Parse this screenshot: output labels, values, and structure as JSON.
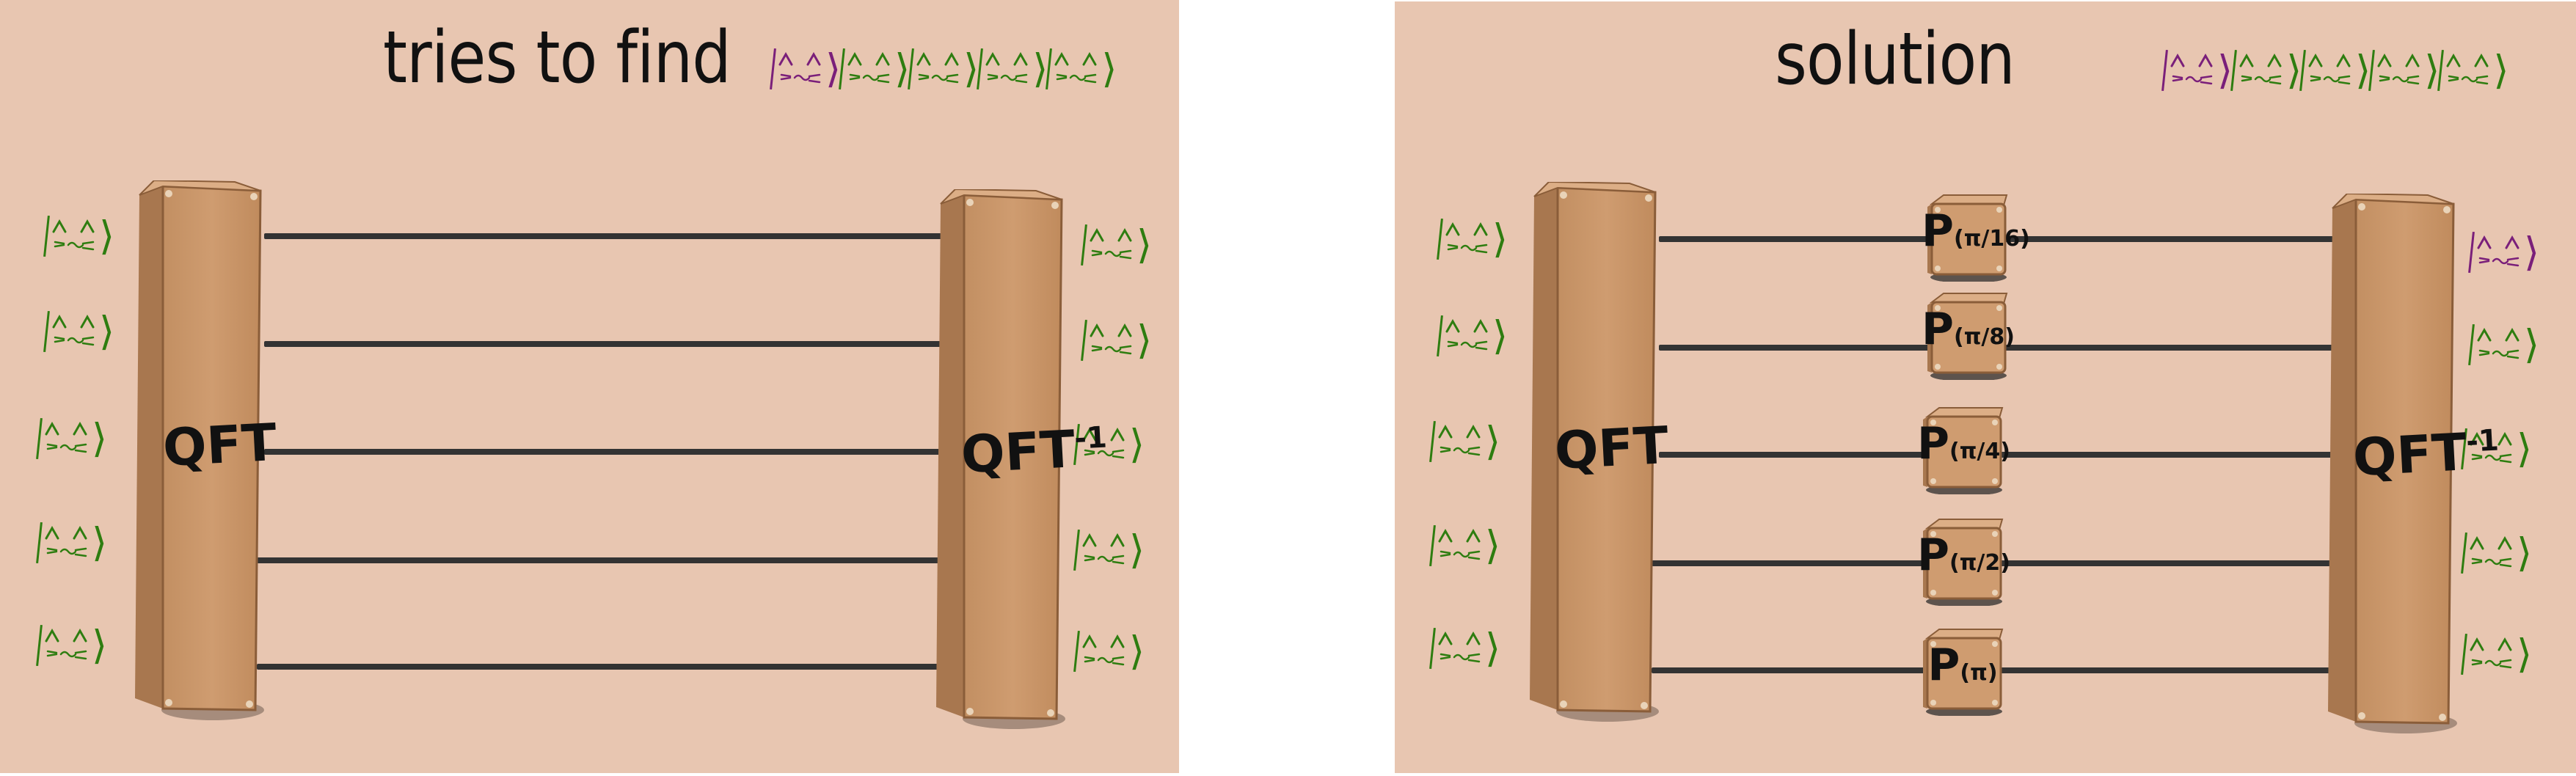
{
  "panels": [
    {
      "title": "tries to find",
      "gates": [
        {
          "label": "QFT"
        },
        {
          "label": "QFT",
          "superscript": "-1"
        }
      ],
      "wires": 5,
      "phase_gates": []
    },
    {
      "title": "solution",
      "gates": [
        {
          "label": "QFT"
        },
        {
          "label": "QFT",
          "superscript": "-1"
        }
      ],
      "wires": 5,
      "phase_gates": [
        {
          "label": "P",
          "arg": "(π/16)"
        },
        {
          "label": "P",
          "arg": "(π/8)"
        },
        {
          "label": "P",
          "arg": "(π/4)"
        },
        {
          "label": "P",
          "arg": "(π/2)"
        },
        {
          "label": "P",
          "arg": "(π)"
        }
      ]
    }
  ],
  "colors": {
    "panel_bg": "#e8c6b1",
    "pillar": "#c9976a",
    "wire": "#333333",
    "ket_green": "#2e7d10",
    "ket_purple": "#7a1f7a"
  },
  "icons": [
    "cat-face-ket-icon"
  ]
}
